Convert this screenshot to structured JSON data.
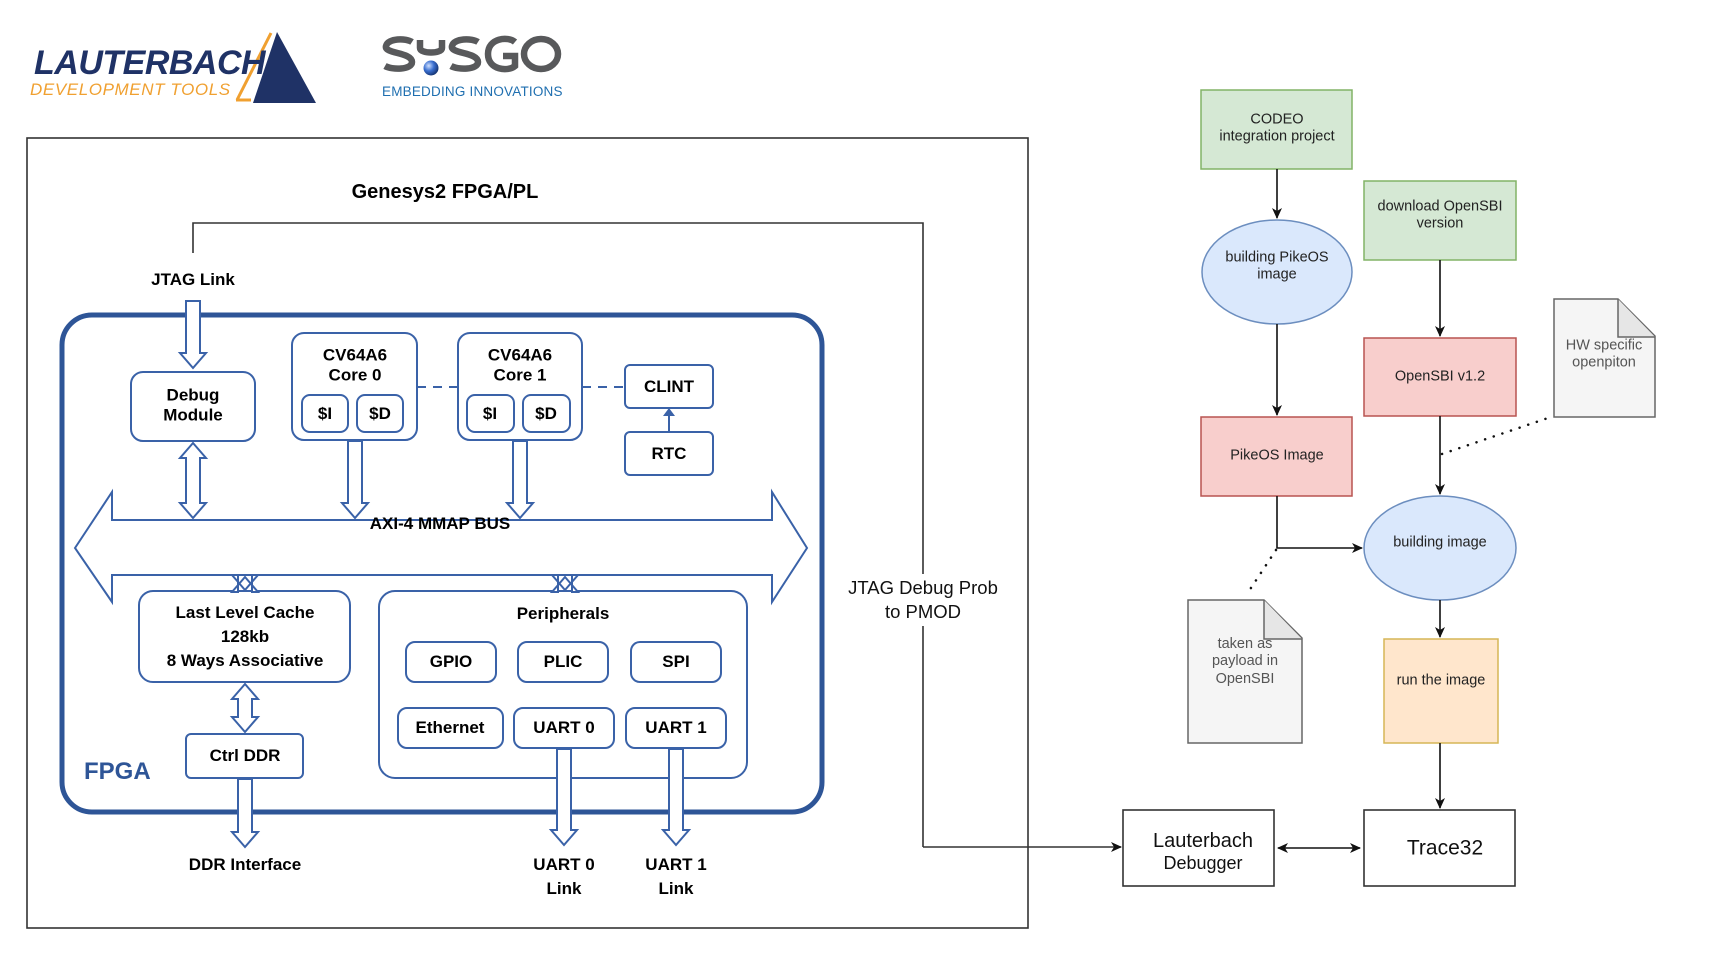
{
  "logos": {
    "lauterbach": {
      "name": "LAUTERBACH",
      "tagline": "DEVELOPMENT TOOLS",
      "colors": {
        "navy": "#1f3266",
        "orange": "#f0a030"
      }
    },
    "sysgo": {
      "name": "SYSGO",
      "tagline": "EMBEDDING INNOVATIONS",
      "colors": {
        "gray": "#58595b",
        "blue": "#1f6fb0"
      }
    }
  },
  "hardware": {
    "board_title": "Genesys2 FPGA/PL",
    "jtag_link": "JTAG Link",
    "fpga_label": "FPGA",
    "debug_module": [
      "Debug",
      "Module"
    ],
    "core0": {
      "title": [
        "CV64A6",
        "Core 0"
      ],
      "icache": "$I",
      "dcache": "$D"
    },
    "core1": {
      "title": [
        "CV64A6",
        "Core 1"
      ],
      "icache": "$I",
      "dcache": "$D"
    },
    "clint": "CLINT",
    "rtc": "RTC",
    "bus": "AXI-4 MMAP BUS",
    "llc": [
      "Last Level Cache",
      "128kb",
      "8 Ways Associative"
    ],
    "ctrl_ddr": "Ctrl DDR",
    "ddr_interface": "DDR Interface",
    "peripherals": {
      "title": "Peripherals",
      "items": [
        "GPIO",
        "PLIC",
        "SPI",
        "Ethernet",
        "UART 0",
        "UART 1"
      ]
    },
    "uart0_link": [
      "UART 0",
      "Link"
    ],
    "uart1_link": [
      "UART 1",
      "Link"
    ],
    "jtag_probe": [
      "JTAG Debug Prob",
      "to PMOD"
    ],
    "colors": {
      "accent": "#2e5597",
      "box_stroke": "#3a62a8"
    }
  },
  "flow": {
    "codeo": [
      "CODEO",
      "integration project"
    ],
    "build_pikeos": [
      "building PikeOS",
      "image"
    ],
    "download_opensbi": [
      "download OpenSBI",
      "version"
    ],
    "opensbi": "OpenSBI v1.2",
    "hw_note": [
      "HW specific",
      "openpiton"
    ],
    "pikeos_image": "PikeOS Image",
    "building_image": "building image",
    "payload_note": [
      "taken as",
      "payload in",
      "OpenSBI"
    ],
    "run_image": "run the image",
    "debugger": [
      "Lauterbach",
      "Debugger"
    ],
    "trace32": "Trace32",
    "colors": {
      "green_fill": "#d5e8d4",
      "green_stroke": "#82b366",
      "blue_fill": "#dae8fc",
      "blue_stroke": "#6c8ebf",
      "red_fill": "#f8cecc",
      "red_stroke": "#b85450",
      "orange_fill": "#ffe6cc",
      "orange_stroke": "#d6b656",
      "note_fill": "#f5f5f5",
      "note_stroke": "#666666"
    }
  }
}
